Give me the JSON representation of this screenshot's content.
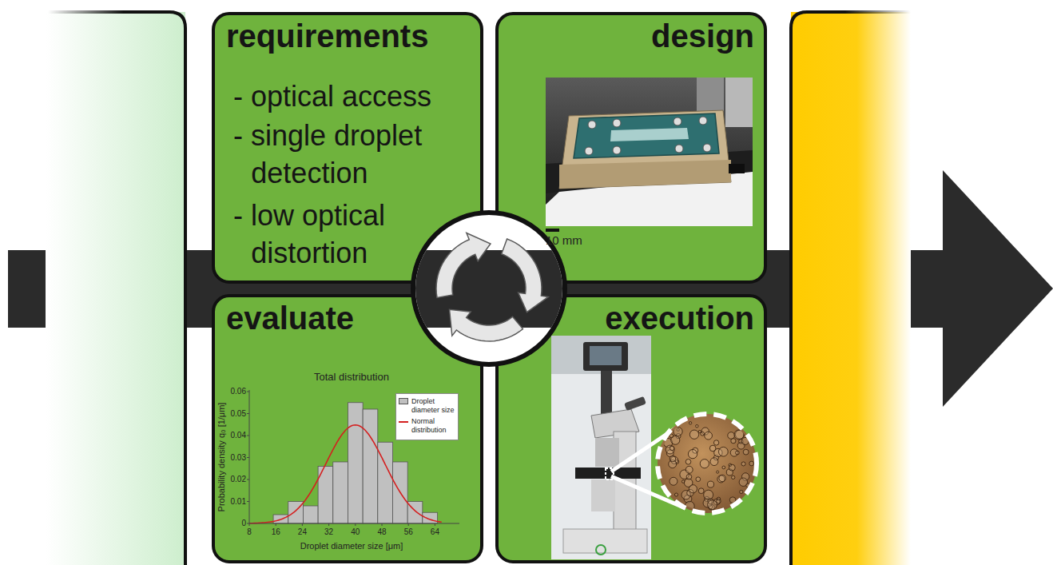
{
  "diagram": {
    "nodes": [
      {
        "text": [
          "requirements",
          "- optical access",
          "- single droplet detection",
          "- low optical distortion"
        ]
      },
      {
        "text": [
          "design"
        ]
      },
      {
        "text": [
          "evaluate"
        ]
      },
      {
        "text": [
          "execution"
        ]
      }
    ],
    "labels": [
      "10 mm",
      "Total distribution",
      "0",
      "0.01",
      "0.02",
      "0.03",
      "0.04",
      "0.05",
      "0.06",
      "8",
      "16",
      "24",
      "32",
      "40",
      "48",
      "56",
      "64",
      "Probability density q₀ [1/μm]",
      "Droplet diameter size [μm]"
    ],
    "legend": [
      {
        "text": "Droplet diameter size",
        "color": "#c0c0c0"
      },
      {
        "text": "Normal distribution"
      }
    ]
  }
}
